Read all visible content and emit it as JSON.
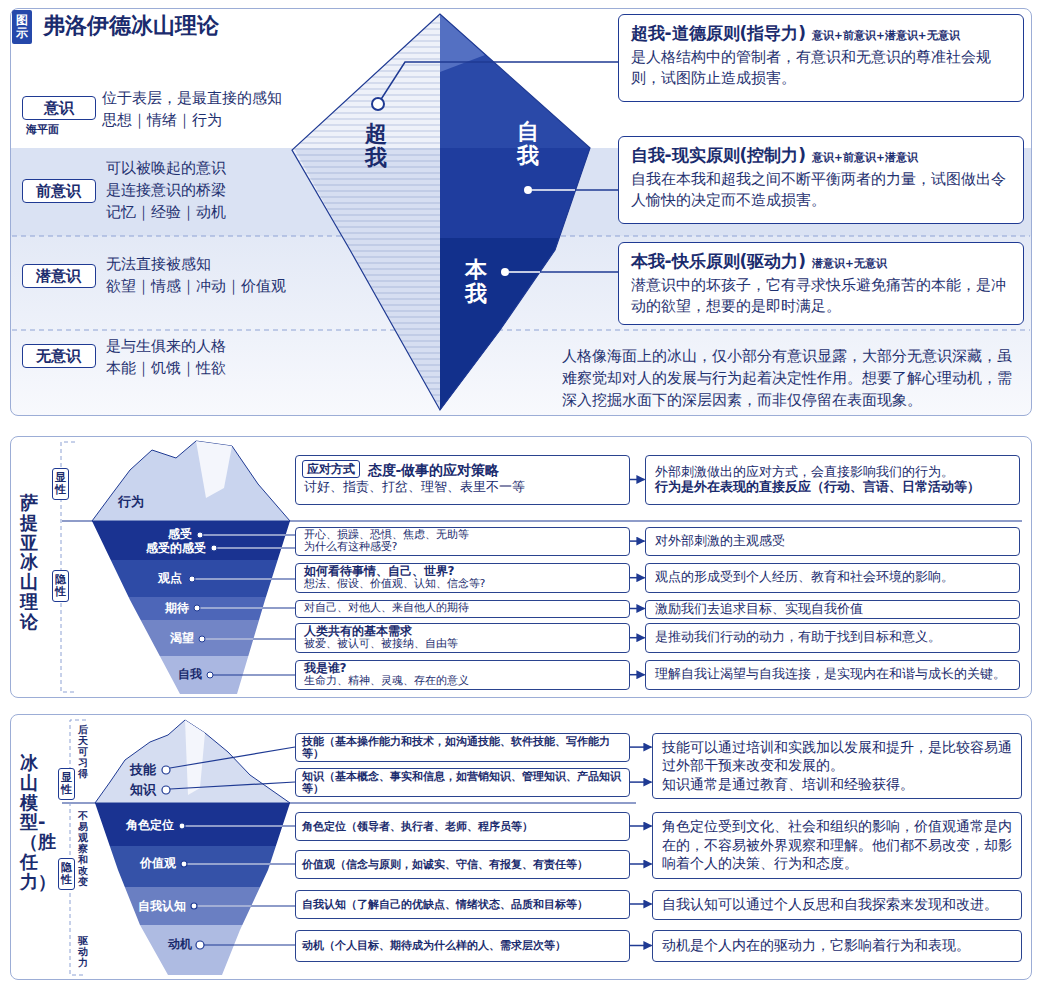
{
  "diagram": {
    "nodes": [
      {
        "text": [
          "弗洛伊德冰山理论"
        ]
      },
      {
        "text": [
          "图示"
        ],
        "in": 0
      },
      {
        "text": [
          "意识"
        ],
        "in": 0
      },
      {
        "text": [
          "前意识"
        ],
        "in": 0
      },
      {
        "text": [
          "潜意识"
        ],
        "in": 0
      },
      {
        "text": [
          "无意识"
        ],
        "in": 0
      },
      {
        "text": [
          "超我-道德原则(指导力)",
          "意识+前意识+潜意识+无意识",
          "是人格结构中的管制者，有意识和无意识的尊准社会规则，试图防止造成损害。"
        ],
        "in": 0
      },
      {
        "text": [
          "自我-现实原则(控制力)",
          "意识+前意识+潜意识",
          "自我在本我和超我之间不断平衡两者的力量，试图做出令人愉快的决定而不造成损害。"
        ],
        "in": 0
      },
      {
        "text": [
          "本我-快乐原则(驱动力)",
          "潜意识+无意识",
          "潜意识中的坏孩子，它有寻求快乐避免痛苦的本能，是冲动的欲望，想要的是即时满足。"
        ],
        "in": 0
      },
      {
        "text": [
          "萨提亚冰山理论"
        ]
      },
      {
        "text": [
          "显性"
        ],
        "in": 9
      },
      {
        "text": [
          "隐性"
        ],
        "in": 9
      },
      {
        "text": [
          "态度-做事的应对策略",
          "讨好、指责、打岔、理智、表里不一等"
        ],
        "in": 9
      },
      {
        "text": [
          "应对方式"
        ],
        "in": 12
      },
      {
        "text": [
          "开心、损躁、恐惧、焦虑、无助等",
          "为什么有这种感受?"
        ],
        "in": 9
      },
      {
        "text": [
          "如何看待事情、自己、世界?",
          "想法、假设、价值观、认知、信念等?"
        ],
        "in": 9
      },
      {
        "text": [
          "对自己、对他人、来自他人的期待"
        ],
        "in": 9
      },
      {
        "text": [
          "人类共有的基本需求",
          "被爱、被认可、被接纳、自由等"
        ],
        "in": 9
      },
      {
        "text": [
          "我是谁?",
          "生命力、精神、灵魂、存在的意义"
        ],
        "in": 9
      },
      {
        "text": [
          "外部刺激做出的应对方式，会直接影响我们的行为。",
          "行为是外在表现的直接反应（行动、言语、日常活动等）"
        ],
        "in": 9
      },
      {
        "text": [
          "对外部刺激的主观感受"
        ],
        "in": 9
      },
      {
        "text": [
          "观点的形成受到个人经历、教育和社会环境的影响。"
        ],
        "in": 9
      },
      {
        "text": [
          "激励我们去追求目标、实现自我价值"
        ],
        "in": 9
      },
      {
        "text": [
          "是推动我们行动的动力，有助于找到目标和意义。"
        ],
        "in": 9
      },
      {
        "text": [
          "理解自我让渴望与自我连接，是实现内在和谐与成长的关键。"
        ],
        "in": 9
      },
      {
        "text": [
          "冰山模型-（胜任力）"
        ]
      },
      {
        "text": [
          "显性"
        ],
        "in": 25
      },
      {
        "text": [
          "隐性"
        ],
        "in": 25
      },
      {
        "text": [
          "技能（基本操作能力和技术，如沟通技能、软件技能、写作能力等）"
        ],
        "in": 25
      },
      {
        "text": [
          "知识（基本概念、事实和信息，如营销知识、管理知识、产品知识等）"
        ],
        "in": 25
      },
      {
        "text": [
          "角色定位（领导者、执行者、老师、程序员等）"
        ],
        "in": 25
      },
      {
        "text": [
          "价值观（信念与原则，如诚实、守信、有报复、有责任等）"
        ],
        "in": 25
      },
      {
        "text": [
          "自我认知（了解自己的优缺点、情绪状态、品质和目标等）"
        ],
        "in": 25
      },
      {
        "text": [
          "动机（个人目标、期待成为什么样的人、需求层次等）"
        ],
        "in": 25
      },
      {
        "text": [
          "技能可以通过培训和实践加以发展和提升，是比较容易通过外部干预来改变和发展的。",
          "知识通常是通过教育、培训和经验获得。"
        ],
        "in": 25
      },
      {
        "text": [
          "角色定位受到文化、社会和组织的影响，价值观通常是内在的，不容易被外界观察和理解。他们都不易改变，却影响着个人的决策、行为和态度。"
        ],
        "in": 25
      },
      {
        "text": [
          "自我认知可以通过个人反思和自我探索来发现和改进。"
        ],
        "in": 25
      },
      {
        "text": [
          "动机是个人内在的驱动力，它影响着行为和表现。"
        ],
        "in": 25
      }
    ],
    "edges": [
      {
        "from": 12,
        "to": 19,
        "arrow": "to"
      },
      {
        "from": 14,
        "to": 20,
        "arrow": "to"
      },
      {
        "from": 15,
        "to": 21,
        "arrow": "to"
      },
      {
        "from": 16,
        "to": 22,
        "arrow": "to"
      },
      {
        "from": 17,
        "to": 23,
        "arrow": "to"
      },
      {
        "from": 18,
        "to": 24,
        "arrow": "to"
      },
      {
        "from": 28,
        "to": 34,
        "arrow": "to"
      },
      {
        "from": 29,
        "to": 34,
        "arrow": "to"
      },
      {
        "from": 30,
        "to": 35,
        "arrow": "to"
      },
      {
        "from": 31,
        "to": 35,
        "arrow": "to"
      },
      {
        "from": 32,
        "to": 36,
        "arrow": "to"
      },
      {
        "from": 33,
        "to": 37,
        "arrow": "to"
      }
    ],
    "labels": [
      "位于表层，是最直接的感知",
      "思想｜情绪｜行为",
      "海平面",
      "可以被唤起的意识",
      "是连接意识的桥梁",
      "记忆｜经验｜动机",
      "无法直接被感知",
      "欲望｜情感｜冲动｜价值观",
      "是与生俱来的人格",
      "本能｜饥饿｜性欲",
      "超我",
      "自我",
      "本我",
      "人格像海面上的冰山，仅小部分有意识显露，大部分无意识深藏，虽难察觉却对人的发展与行为起着决定性作用。想要了解心理动机，需深入挖掘水面下的深层因素，而非仅停留在表面现象。",
      "行为",
      "感受",
      "感受的感受",
      "观点",
      "期待",
      "渴望",
      "自我",
      "后天可习得",
      "不易观察和改变",
      "驱动力",
      "技能",
      "知识",
      "角色定位",
      "价值观",
      "自我认知",
      "动机"
    ]
  }
}
